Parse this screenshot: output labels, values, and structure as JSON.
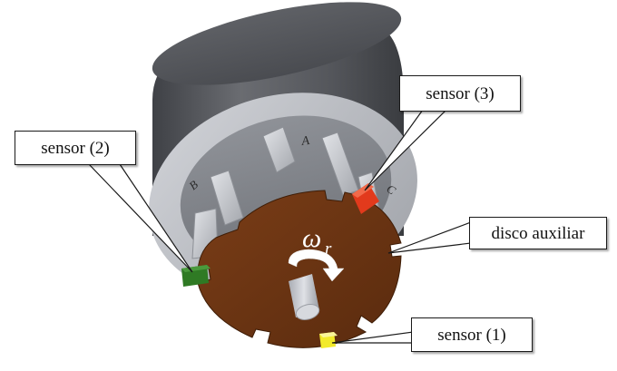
{
  "labels": {
    "sensor_2": "sensor (2)",
    "sensor_3": "sensor (3)",
    "sensor_1": "sensor (1)",
    "disco_auxiliar": "disco auxiliar"
  },
  "phases": {
    "a": "A",
    "b": "B",
    "c": "C"
  },
  "rotor_speed_symbol": "ω",
  "rotor_speed_subscript": "r",
  "colors": {
    "housing": "#5a5c61",
    "stator_ring": "#b9bcc2",
    "disc": "#6b3413",
    "sensor_1": "#f2ea2a",
    "sensor_2": "#2f7a24",
    "sensor_3": "#e23a1c",
    "shaft": "#c9ccd3"
  }
}
